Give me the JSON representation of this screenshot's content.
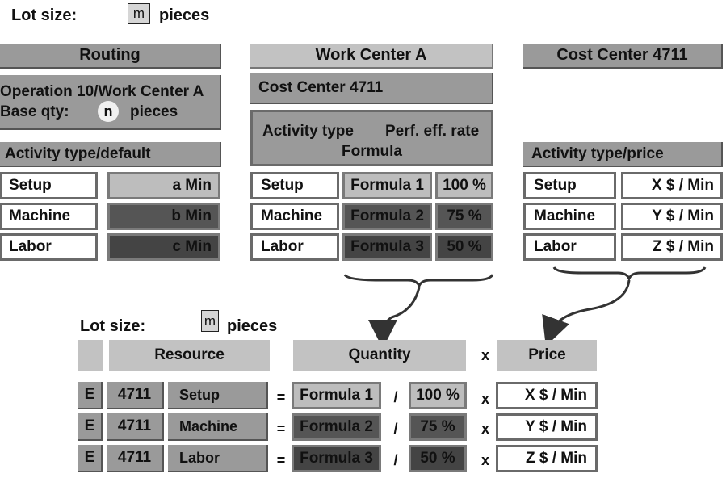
{
  "top": {
    "lot_label": "Lot size:",
    "lot_var": "m",
    "lot_unit": "pieces"
  },
  "routing": {
    "title": "Routing",
    "operation": "Operation 10/Work Center A",
    "base_label": "Base qty:",
    "base_var": "n",
    "base_unit": "pieces",
    "activity_header": "Activity type/default",
    "rows": [
      {
        "label": "Setup",
        "value": "a Min"
      },
      {
        "label": "Machine",
        "value": "b Min"
      },
      {
        "label": "Labor",
        "value": "c Min"
      }
    ]
  },
  "work_center": {
    "title": "Work Center A",
    "cost_center": "Cost Center 4711",
    "header_line1_a": "Activity type",
    "header_line1_b": "Perf. eff. rate",
    "header_line2": "Formula",
    "rows": [
      {
        "label": "Setup",
        "formula": "Formula 1",
        "rate": "100 %"
      },
      {
        "label": "Machine",
        "formula": "Formula 2",
        "rate": "75 %"
      },
      {
        "label": "Labor",
        "formula": "Formula 3",
        "rate": "50 %"
      }
    ]
  },
  "cost_center": {
    "title": "Cost Center 4711",
    "activity_header": "Activity type/price",
    "rows": [
      {
        "label": "Setup",
        "price": "X $ / Min"
      },
      {
        "label": "Machine",
        "price": "Y $ / Min"
      },
      {
        "label": "Labor",
        "price": "Z $ / Min"
      }
    ]
  },
  "result": {
    "lot_label": "Lot size:",
    "lot_var": "m",
    "lot_unit": "pieces",
    "col_resource": "Resource",
    "col_quantity": "Quantity",
    "col_price": "Price",
    "times": "x",
    "equals": "=",
    "divide": "/",
    "rows": [
      {
        "type": "E",
        "center": "4711",
        "activity": "Setup",
        "formula": "Formula 1",
        "rate": "100 %",
        "price": "X $ / Min"
      },
      {
        "type": "E",
        "center": "4711",
        "activity": "Machine",
        "formula": "Formula 2",
        "rate": "75 %",
        "price": "Y $ / Min"
      },
      {
        "type": "E",
        "center": "4711",
        "activity": "Labor",
        "formula": "Formula 3",
        "rate": "50 %",
        "price": "Z $ / Min"
      }
    ]
  }
}
